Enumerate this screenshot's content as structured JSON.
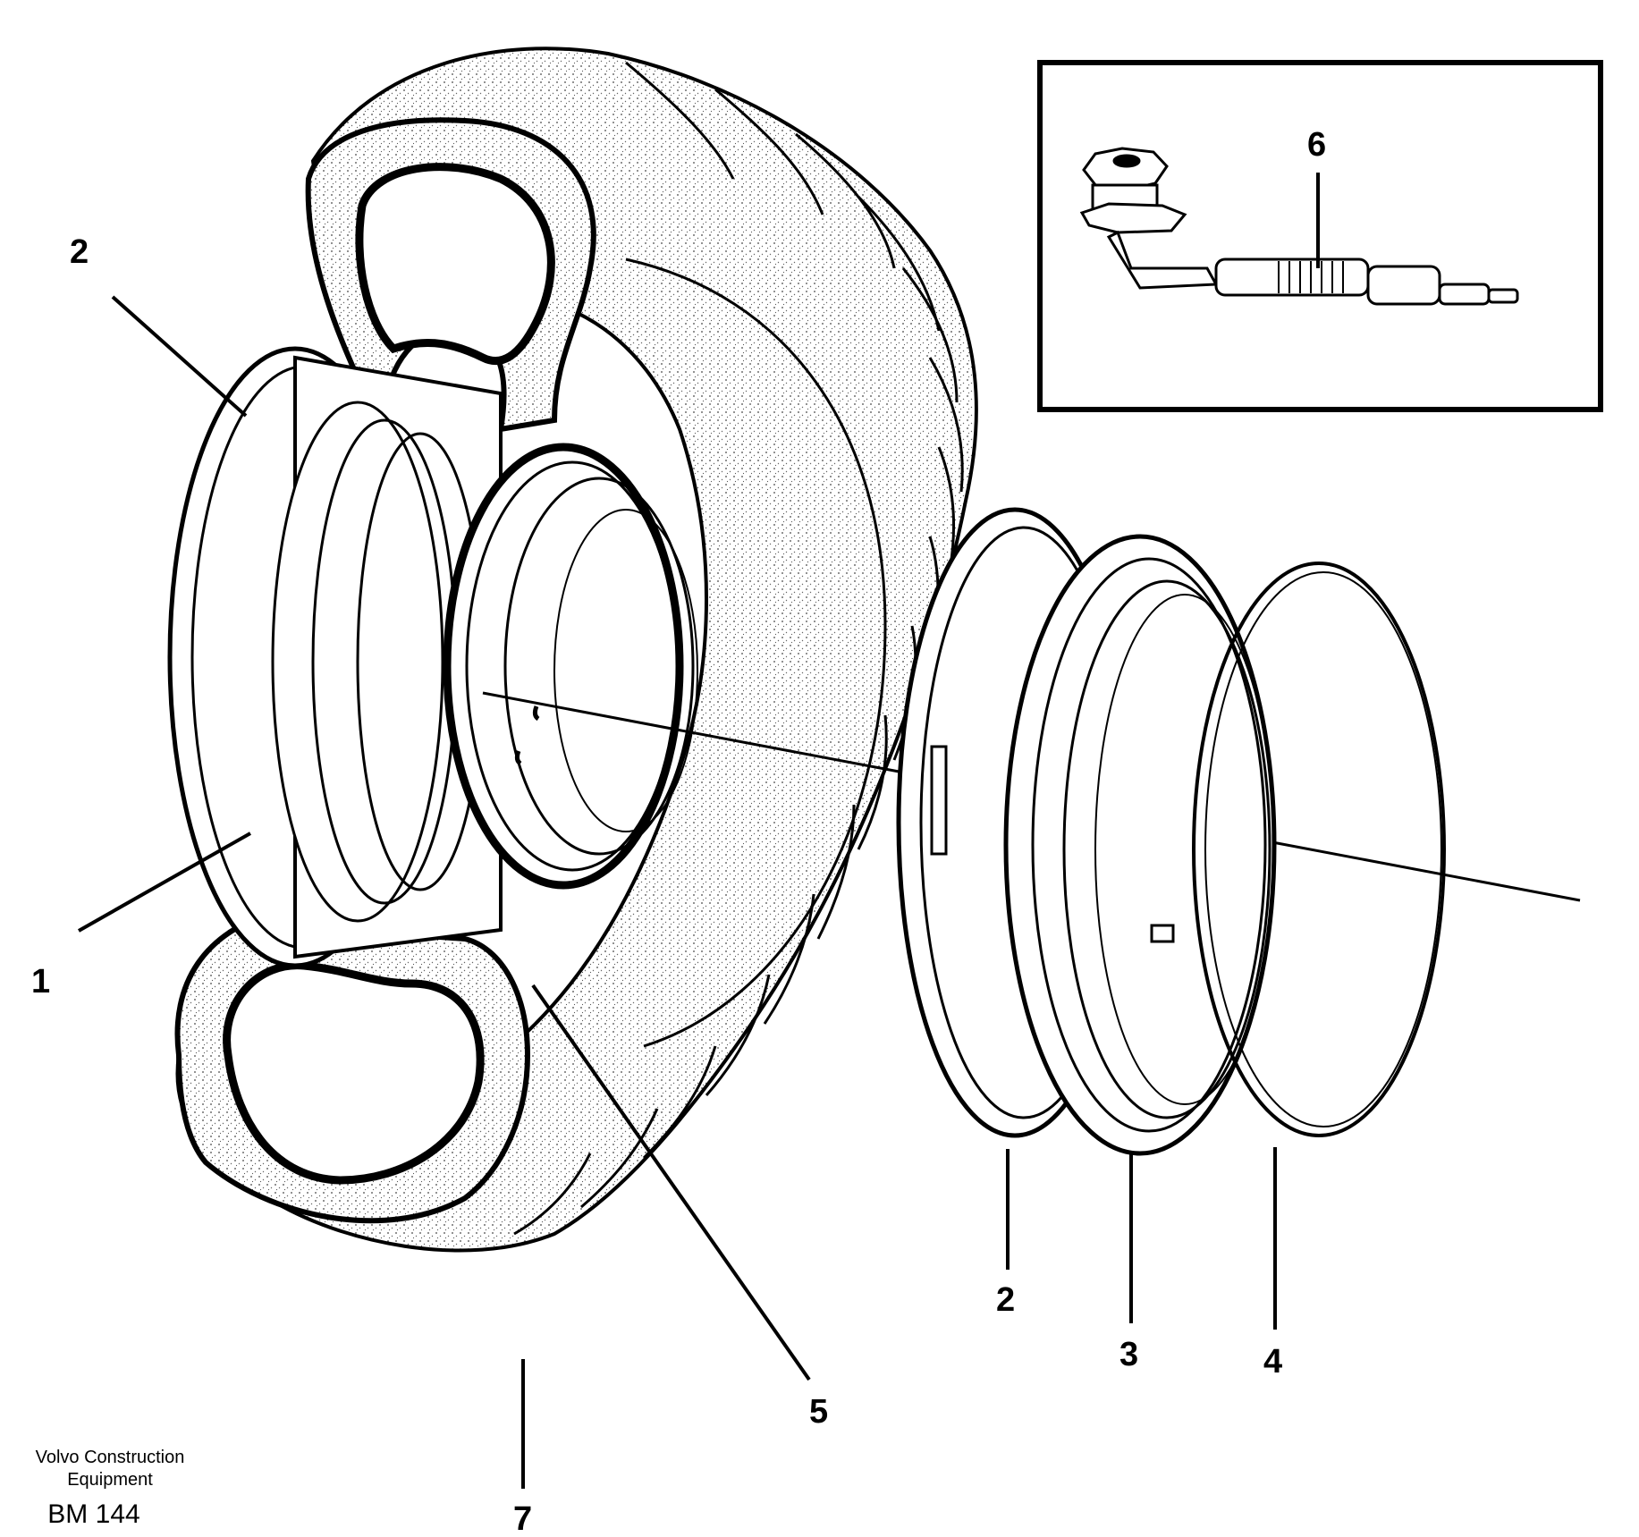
{
  "callouts": {
    "c1": "1",
    "c2_left": "2",
    "c2_right": "2",
    "c3": "3",
    "c4": "4",
    "c5": "5",
    "c6": "6",
    "c7": "7"
  },
  "footer": {
    "company_line1": "Volvo Construction",
    "company_line2": "Equipment",
    "code": "BM 144"
  }
}
